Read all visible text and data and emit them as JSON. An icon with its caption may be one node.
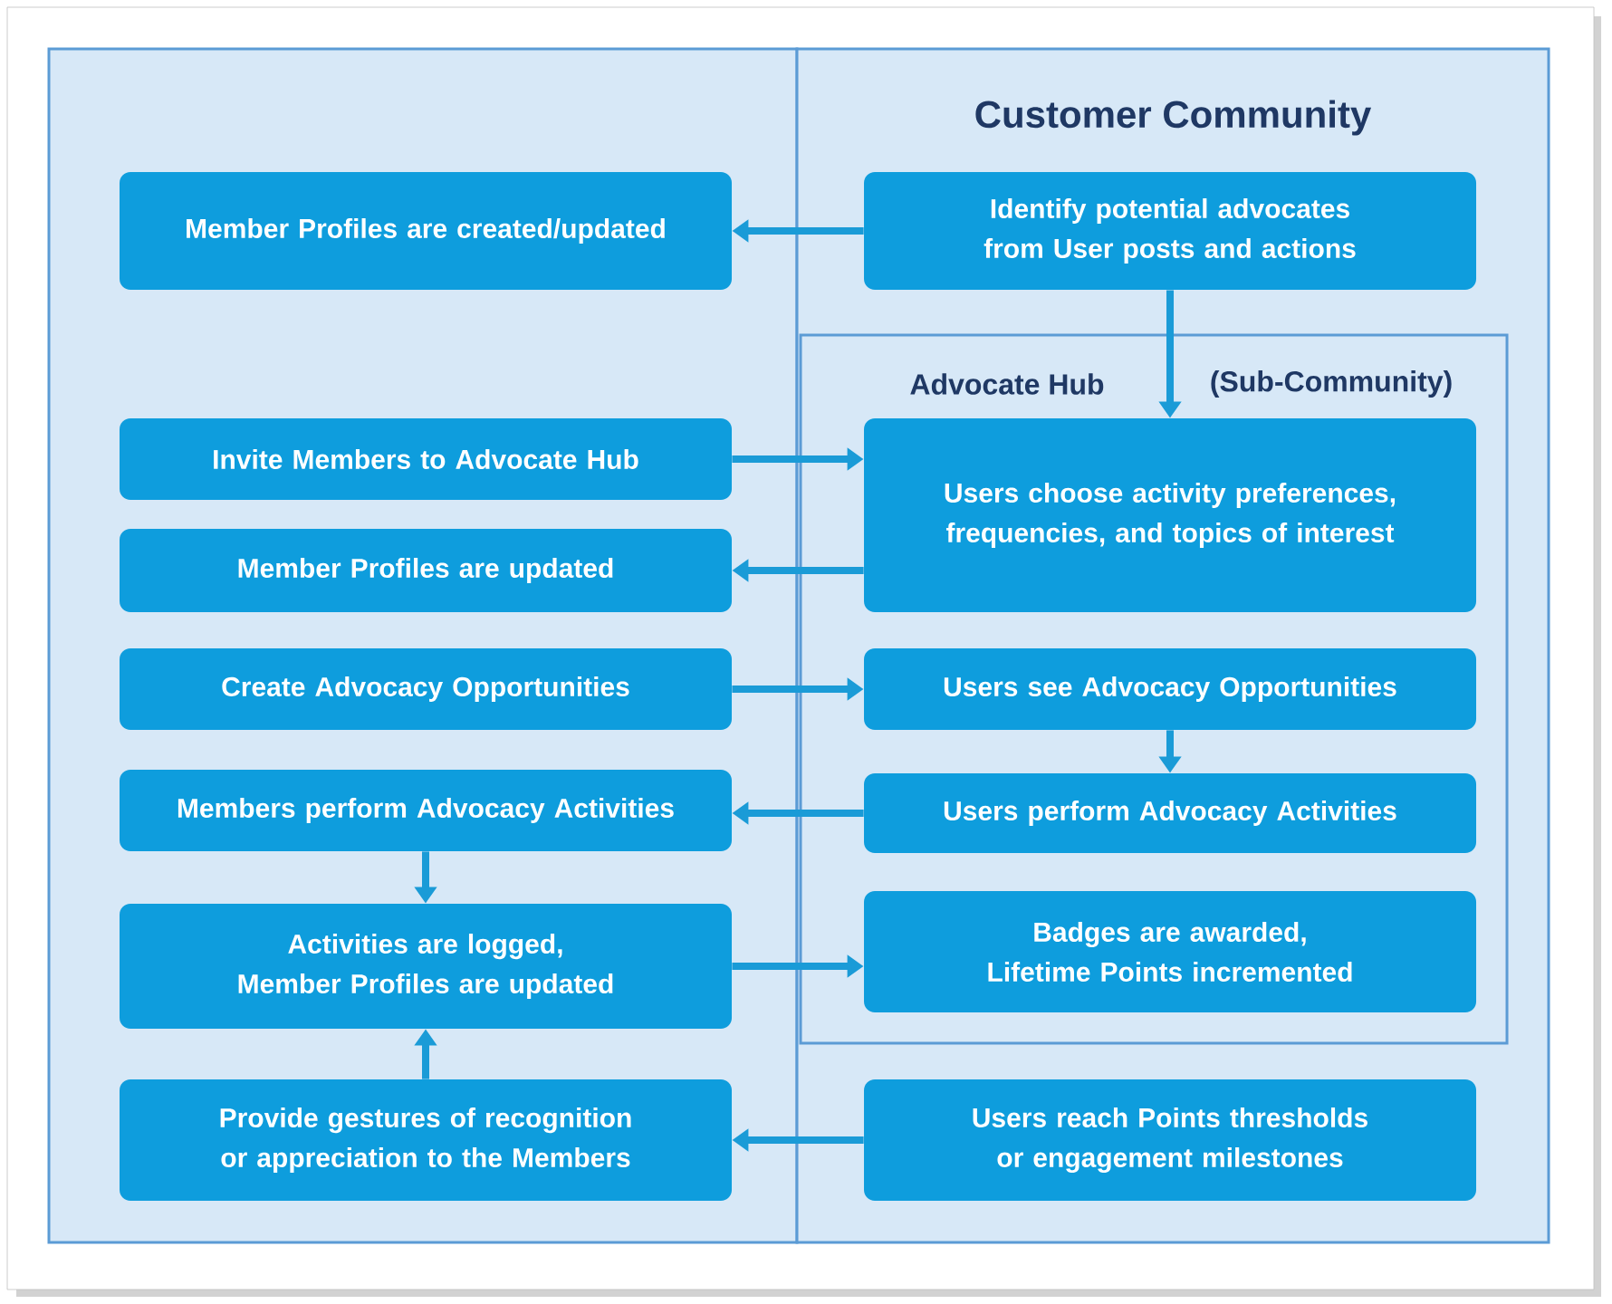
{
  "diagram": {
    "nodes": [
      {
        "text": [],
        "shape": "box"
      },
      {
        "text": [
          "Customer Community"
        ]
      },
      {
        "text": [
          "Member Profiles are created/updated"
        ],
        "in": 0
      },
      {
        "text": [
          "Identify potential advocates from User posts and actions"
        ],
        "in": 1
      },
      {
        "text": [
          "Advocate Hub",
          "(Sub-Community)"
        ],
        "in": 1
      },
      {
        "text": [
          "Invite Members to Advocate Hub"
        ],
        "in": 0
      },
      {
        "text": [
          "Users choose activity preferences, frequencies, and topics of interest"
        ],
        "in": 4
      },
      {
        "text": [
          "Member Profiles are updated"
        ],
        "in": 0
      },
      {
        "text": [
          "Create Advocacy Opportunities"
        ],
        "in": 0
      },
      {
        "text": [
          "Users see Advocacy Opportunities"
        ],
        "in": 4
      },
      {
        "text": [
          "Members perform Advocacy Activities"
        ],
        "in": 0
      },
      {
        "text": [
          "Users perform Advocacy Activities"
        ],
        "in": 4
      },
      {
        "text": [
          "Activities are logged, Member Profiles are updated"
        ],
        "in": 0
      },
      {
        "text": [
          "Badges are awarded, Lifetime Points incremented"
        ],
        "in": 4
      },
      {
        "text": [
          "Provide gestures of recognition or appreciation to the Members"
        ],
        "in": 0
      },
      {
        "text": [
          "Users reach Points thresholds or engagement milestones"
        ],
        "in": 1
      }
    ],
    "edges": [
      {
        "from": 3,
        "to": 2,
        "arrow": "to"
      },
      {
        "from": 3,
        "to": 6,
        "arrow": "to"
      },
      {
        "from": 5,
        "to": 6,
        "arrow": "to"
      },
      {
        "from": 6,
        "to": 7,
        "arrow": "to"
      },
      {
        "from": 8,
        "to": 9,
        "arrow": "to"
      },
      {
        "from": 9,
        "to": 11,
        "arrow": "to"
      },
      {
        "from": 11,
        "to": 10,
        "arrow": "to"
      },
      {
        "from": 10,
        "to": 12,
        "arrow": "to"
      },
      {
        "from": 12,
        "to": 13,
        "arrow": "to"
      },
      {
        "from": 15,
        "to": 14,
        "arrow": "to"
      },
      {
        "from": 14,
        "to": 12,
        "arrow": "to"
      }
    ]
  }
}
